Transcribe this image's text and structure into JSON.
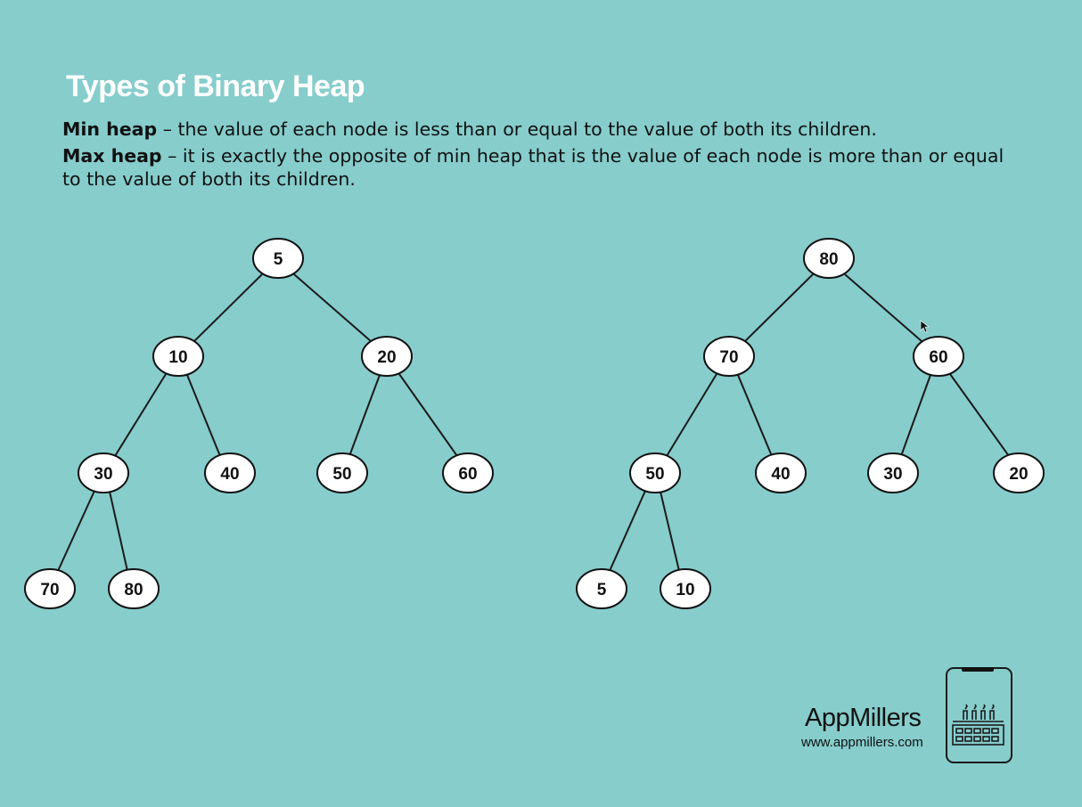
{
  "title": "Types of Binary Heap",
  "descriptions": {
    "min_term": "Min heap",
    "min_text": " – the value of each node is less than or equal to the value of both its children.",
    "max_term": "Max heap",
    "max_text": " – it is exactly the opposite of min heap that is the value of each node is more than or equal to the value of both its children."
  },
  "min_heap": {
    "nodes": [
      "5",
      "10",
      "20",
      "30",
      "40",
      "50",
      "60",
      "70",
      "80"
    ]
  },
  "max_heap": {
    "nodes": [
      "80",
      "70",
      "60",
      "50",
      "40",
      "30",
      "20",
      "5",
      "10"
    ]
  },
  "brand": {
    "name": "AppMillers",
    "url": "www.appmillers.com"
  },
  "colors": {
    "background": "#86cdcc",
    "title": "#ffffff"
  }
}
